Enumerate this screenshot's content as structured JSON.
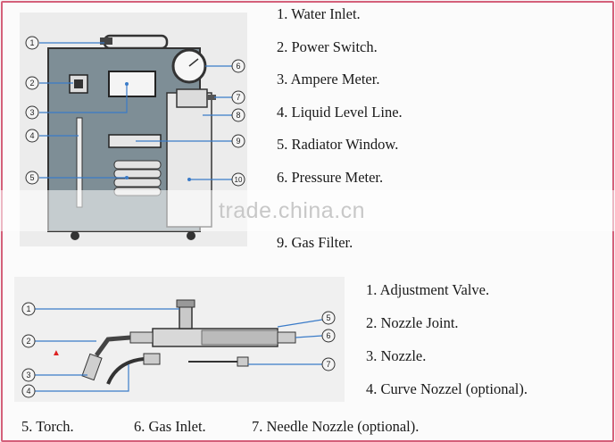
{
  "machine": {
    "labels": [
      "1. Water Inlet.",
      "2. Power Switch.",
      "3. Ampere Meter.",
      "4. Liquid Level Line.",
      "5. Radiator Window.",
      "6. Pressure Meter.",
      "9. Gas Filter."
    ],
    "callouts": [
      "1",
      "2",
      "3",
      "4",
      "5",
      "6",
      "7",
      "8",
      "9",
      "10"
    ]
  },
  "torch": {
    "labels": [
      "1. Adjustment Valve.",
      "2. Nozzle Joint.",
      "3. Nozzle.",
      "4. Curve Nozzel (optional)."
    ],
    "bottom_labels": [
      "5. Torch.",
      "6. Gas Inlet.",
      "7. Needle Nozzle (optional)."
    ],
    "callouts": [
      "1",
      "2",
      "3",
      "4",
      "5",
      "6",
      "7"
    ]
  },
  "watermark": "trade.china.cn"
}
